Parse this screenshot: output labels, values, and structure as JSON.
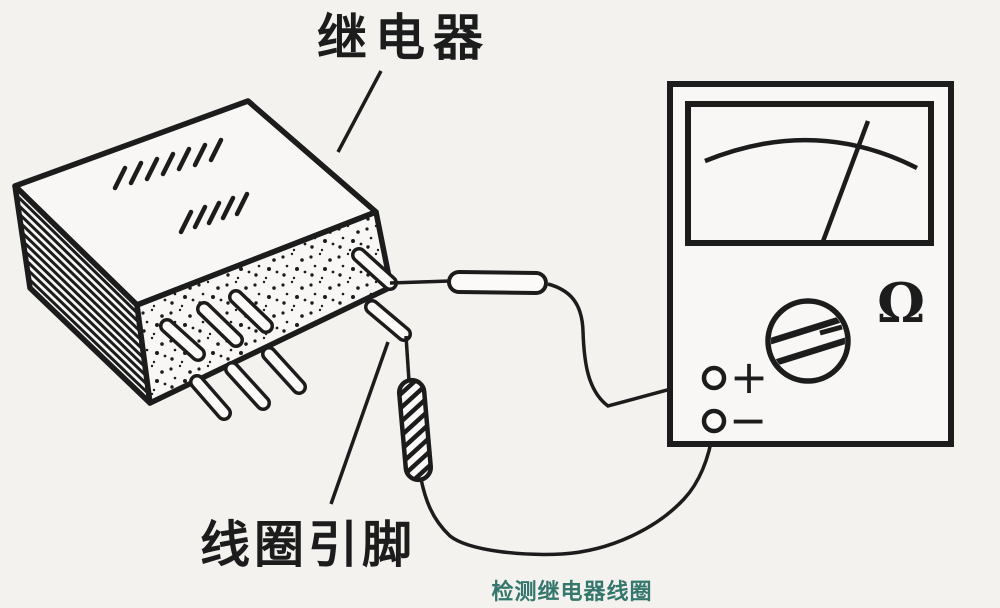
{
  "diagram": {
    "relay": {
      "label": "继电器",
      "pin_label": "线圈引脚"
    },
    "multimeter": {
      "dial_symbol": "Ω",
      "positive": "+",
      "negative": "−"
    },
    "caption": "检测继电器线圈",
    "colors": {
      "ink": "#1c1c1c",
      "paper": "#f3f2ef",
      "caption": "#35776c"
    }
  }
}
